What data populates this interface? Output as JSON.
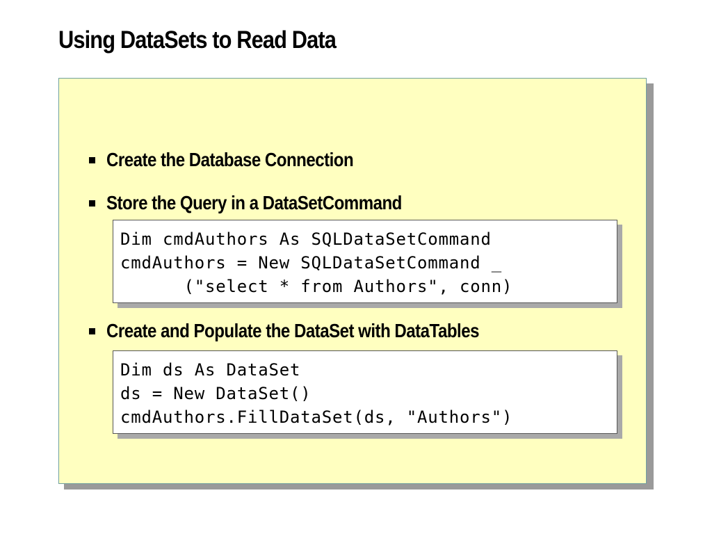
{
  "slide": {
    "title": "Using DataSets to Read Data"
  },
  "bullets": [
    {
      "text": "Create the Database Connection"
    },
    {
      "text": "Store the Query in a DataSetCommand"
    },
    {
      "text": "Create and Populate the DataSet with DataTables"
    }
  ],
  "code_blocks": [
    {
      "lines": [
        "Dim cmdAuthors As SQLDataSetCommand",
        "cmdAuthors = New SQLDataSetCommand _",
        "      (\"select * from Authors\", conn)"
      ]
    },
    {
      "lines": [
        "Dim ds As DataSet",
        "ds = New DataSet()",
        "cmdAuthors.FillDataSet(ds, \"Authors\")"
      ]
    }
  ],
  "colors": {
    "panel_background": "#ffffc0",
    "panel_border": "#6fa0a0",
    "shadow": "#9a9a9a",
    "code_background": "#ffffff"
  }
}
